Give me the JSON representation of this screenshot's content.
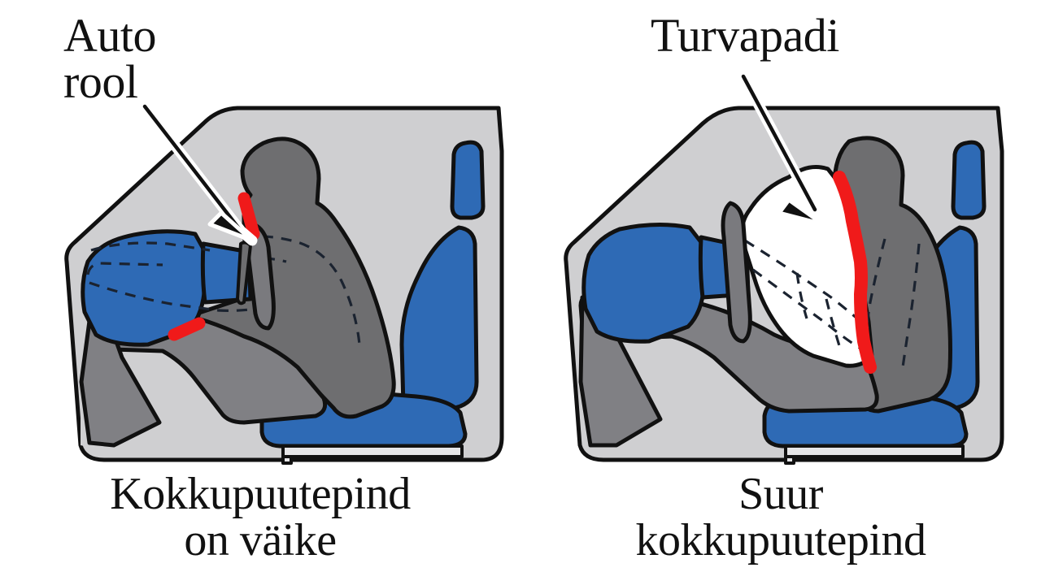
{
  "page": {
    "title": "Auto rool vs Turvapadi - kokkupuutepind",
    "language": "et",
    "background_color": "#ffffff"
  },
  "palette": {
    "outline": "#111111",
    "seat_blue": "#2E6AB5",
    "body_gray": "#6E6E70",
    "interior_gray": "#CFCFD1",
    "belt_gray": "#808084",
    "contact_red": "#F01A1A",
    "airbag_white": "#FFFFFF",
    "dash_line": "#1B2330"
  },
  "panels": [
    {
      "id": "without-airbag",
      "callout": {
        "label": "Auto\nrool",
        "arrow": "arrow-to-steering-wheel",
        "arrow_target": "contact point between chest and steering wheel"
      },
      "caption": "Kokkupuutepind\non väike",
      "elements": {
        "car_interior": "light gray cabin cutaway",
        "seat": "blue driver seat with headrest",
        "occupant": "dark gray occupant thrown forward",
        "steering_wheel": "edge-on steering wheel rim",
        "dashboard": "blue dashboard with dashed pre-impact outline",
        "contact_marks": [
          "chest-steering-wheel contact",
          "knee-dashboard contact"
        ]
      }
    },
    {
      "id": "with-airbag",
      "callout": {
        "label": "Turvapadi",
        "arrow": "arrow-to-airbag",
        "arrow_target": "deployed airbag cushion"
      },
      "caption": "Suur\nkokkupuutepind",
      "elements": {
        "car_interior": "light gray cabin cutaway",
        "seat": "blue driver seat with headrest",
        "occupant": "dark gray occupant restrained",
        "steering_wheel": "edge-on steering wheel rim",
        "airbag": "white deployed airbag with dashed fold lines",
        "contact_marks": [
          "large red contact line along torso"
        ]
      }
    }
  ]
}
